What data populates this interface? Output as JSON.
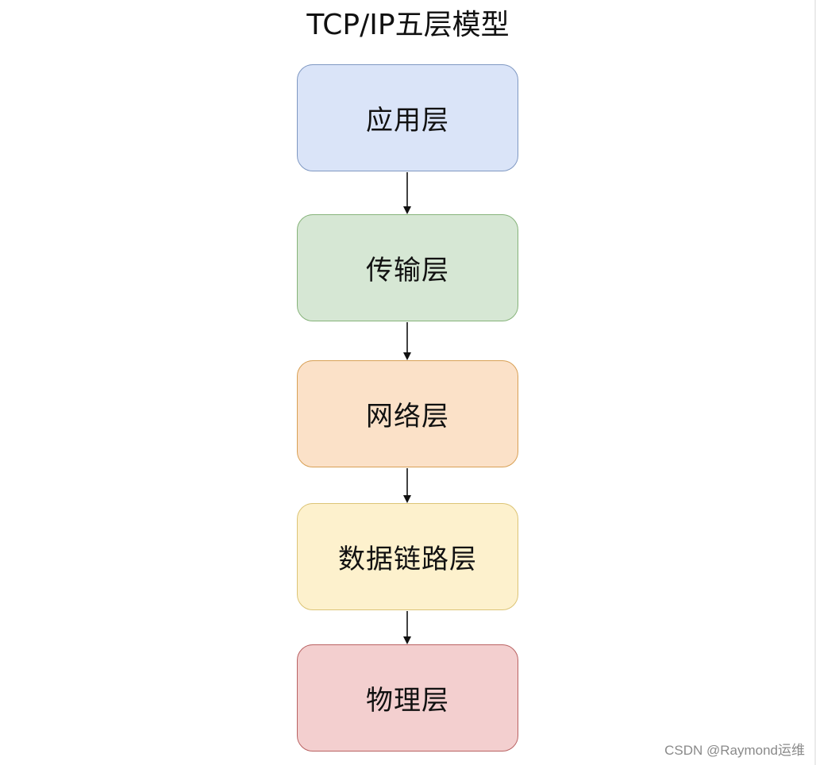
{
  "title": "TCP/IP五层模型",
  "layers": [
    {
      "label": "应用层",
      "fill": "#dae4f8",
      "stroke": "#7f98c2"
    },
    {
      "label": "传输层",
      "fill": "#d6e7d4",
      "stroke": "#86b37a"
    },
    {
      "label": "网络层",
      "fill": "#fbe1c8",
      "stroke": "#d8a055"
    },
    {
      "label": "数据链路层",
      "fill": "#fdf1cd",
      "stroke": "#dcc476"
    },
    {
      "label": "物理层",
      "fill": "#f3cfcf",
      "stroke": "#b96262"
    }
  ],
  "arrow_color": "#111111",
  "watermark": "CSDN @Raymond运维"
}
